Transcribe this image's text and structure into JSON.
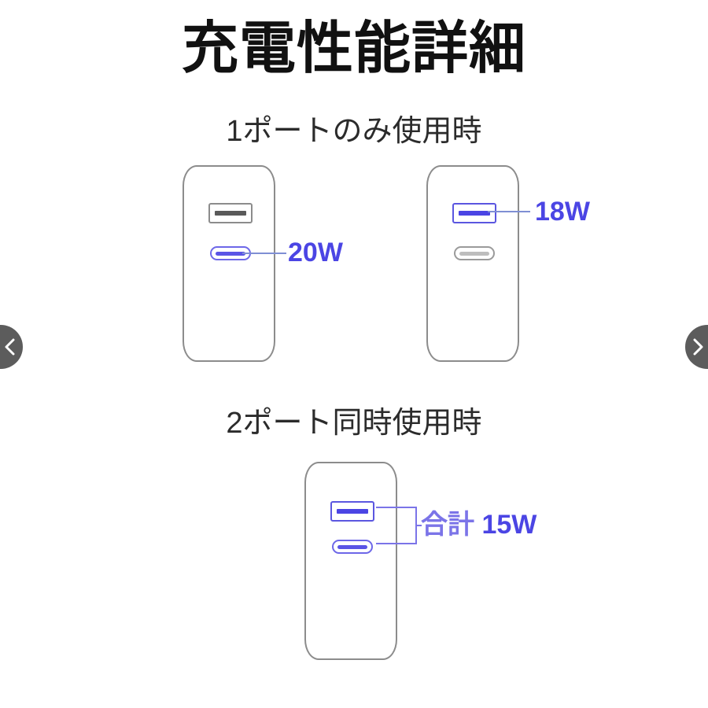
{
  "page": {
    "title": "充電性能詳細",
    "background_color": "#ffffff"
  },
  "colors": {
    "accent_blue": "#4b45e4",
    "accent_blue_light": "#7b74e8",
    "leader_line": "#7f8fd4",
    "outline_gray": "#8c8c8c",
    "port_bar_gray": "#5a5a5a",
    "arrow_button": "#5c5c5c",
    "title_text": "#111111",
    "heading_text": "#2b2b2b"
  },
  "sections": [
    {
      "heading": "1ポートのみ使用時",
      "chargers": [
        {
          "name": "charger-20w",
          "ports": [
            {
              "type": "usb-a",
              "active": false
            },
            {
              "type": "usb-c",
              "active": true
            }
          ],
          "label": "20W",
          "label_active_port": "usb-c"
        },
        {
          "name": "charger-18w",
          "ports": [
            {
              "type": "usb-a",
              "active": true
            },
            {
              "type": "usb-c",
              "active": false
            }
          ],
          "label": "18W",
          "label_active_port": "usb-a"
        }
      ]
    },
    {
      "heading": "2ポート同時使用時",
      "chargers": [
        {
          "name": "charger-combined",
          "ports": [
            {
              "type": "usb-a",
              "active": true
            },
            {
              "type": "usb-c",
              "active": true
            }
          ],
          "label_prefix": "合計 ",
          "label_value": "15W",
          "label_full": "合計 15W"
        }
      ]
    }
  ],
  "carousel": {
    "prev_icon": "chevron-left-icon",
    "next_icon": "chevron-right-icon"
  }
}
